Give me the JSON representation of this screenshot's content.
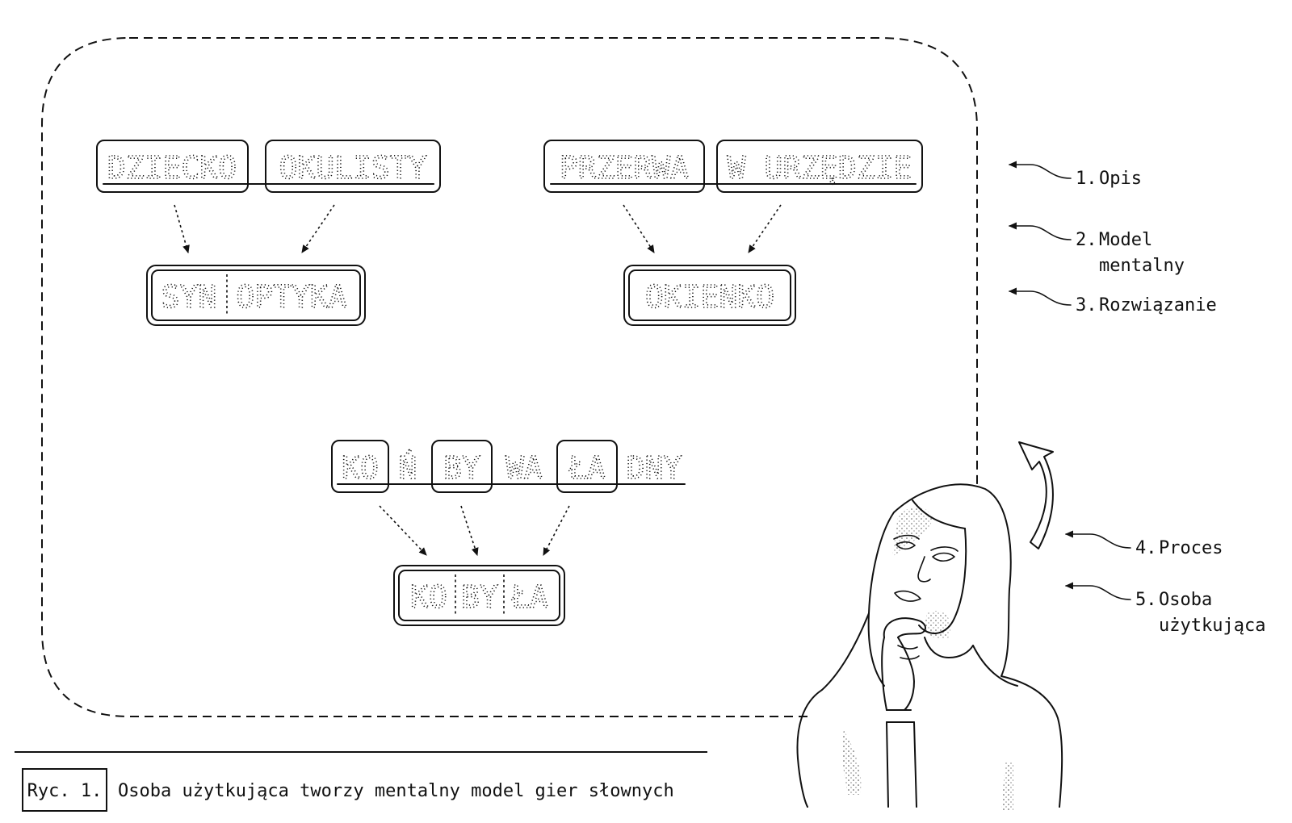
{
  "puzzles": [
    {
      "description_words": [
        "DZIECKO",
        "OKULISTY"
      ],
      "solution_parts": [
        "SYN",
        "OPTYKA"
      ]
    },
    {
      "description_words": [
        "PRZERWA",
        "W URZĘDZIE"
      ],
      "solution_parts": [
        "OKIENKO"
      ]
    },
    {
      "description_words": [
        "KO",
        "Ń",
        "BY",
        "WA",
        "ŁA",
        "DNY"
      ],
      "solution_parts": [
        "KO",
        "BY",
        "ŁA"
      ]
    }
  ],
  "legend": [
    {
      "number": "1.",
      "lines": [
        "Opis"
      ]
    },
    {
      "number": "2.",
      "lines": [
        "Model",
        "mentalny"
      ]
    },
    {
      "number": "3.",
      "lines": [
        "Rozwiązanie"
      ]
    },
    {
      "number": "4.",
      "lines": [
        "Proces"
      ]
    },
    {
      "number": "5.",
      "lines": [
        "Osoba",
        "użytkująca"
      ]
    }
  ],
  "caption": {
    "label": "Ryc. 1.",
    "text": "Osoba użytkująca tworzy mentalny model gier słownych"
  }
}
